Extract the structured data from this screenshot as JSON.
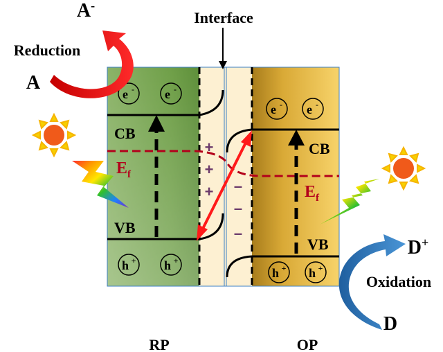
{
  "labels": {
    "interface": "Interface",
    "reduction": "Reduction",
    "oxidation": "Oxidation",
    "a": "A",
    "a_minus": "A",
    "a_minus_sup": "-",
    "d": "D",
    "d_plus": "D",
    "d_plus_sup": "+",
    "rp": "RP",
    "op": "OP",
    "cb_left": "CB",
    "vb_left": "VB",
    "cb_right": "CB",
    "vb_right": "VB",
    "ef_left_main": "E",
    "ef_left_sub": "f",
    "ef_right_main": "E",
    "ef_right_sub": "f"
  },
  "carriers": {
    "electron_base": "e",
    "electron_sup": "-",
    "hole_base": "h",
    "hole_sup": "+"
  },
  "charges": {
    "positive": "+",
    "negative": "–"
  },
  "icons": [
    "sun-icon",
    "light-ray-icon"
  ],
  "colors": {
    "rp_dark": "#79a652",
    "rp_light": "#c7dcb4",
    "op_dark": "#b08a22",
    "op_light": "#f6cf63",
    "interface_fill": "#fdf2d6",
    "fermi_line": "#b3001b",
    "transfer_arrow": "#ff1a1a",
    "reduction_arrow": "#e00000",
    "oxidation_arrow": "#2f78b7",
    "sun_core": "#f05a1a",
    "sun_rays": "#f6b400"
  }
}
